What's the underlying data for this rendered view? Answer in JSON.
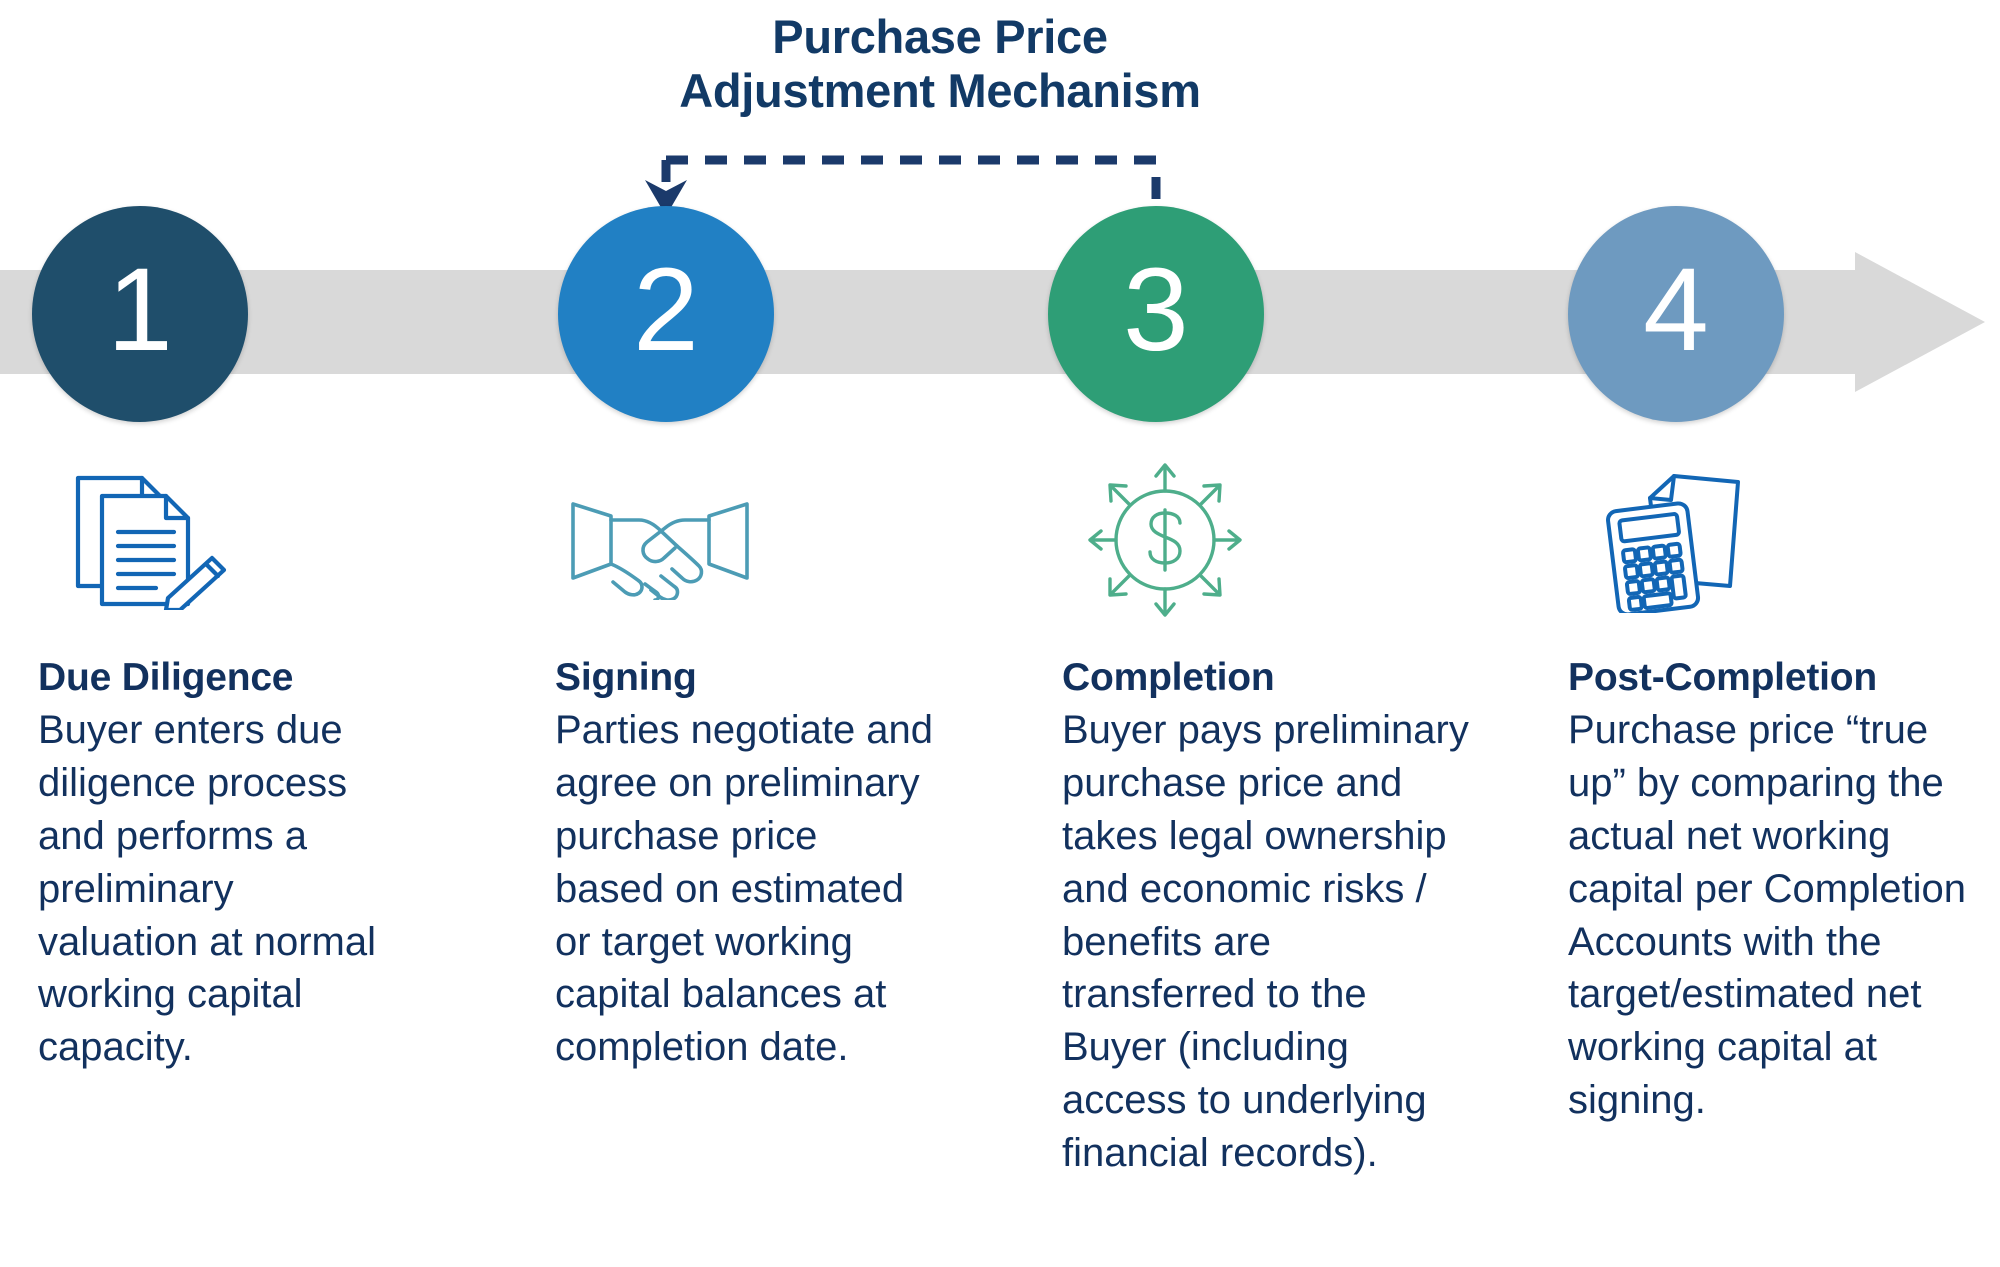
{
  "title": {
    "line1": "Purchase Price",
    "line2": "Adjustment Mechanism"
  },
  "colors": {
    "navy_text": "#12315E",
    "title_navy": "#123A66",
    "arrow_gray": "#D9D9D9",
    "step1": "#1F4E6B",
    "step2": "#2180C4",
    "step3": "#2E9E76",
    "step4": "#6E9AC0",
    "connector": "#1B3A6B",
    "icon_blue": "#1266B5",
    "icon_teal": "#4C9CB5",
    "icon_green": "#4EAE8B"
  },
  "connector": {
    "label": "Purchase Price Adjustment Mechanism",
    "from_step": "3",
    "to_step": "2",
    "style": "dashed",
    "arrowhead": "down-into-step-2"
  },
  "timeline": {
    "direction": "left-to-right",
    "shape": "block-arrow"
  },
  "steps": [
    {
      "number": "1",
      "heading": "Due Diligence",
      "body": "Buyer enters due diligence process and performs a preliminary valuation at normal working capital capacity.",
      "icon": "documents-pen-icon",
      "color": "#1F4E6B"
    },
    {
      "number": "2",
      "heading": "Signing",
      "body": "Parties negotiate and agree on preliminary purchase price based on estimated or target working capital balances at completion date.",
      "icon": "handshake-icon",
      "color": "#2180C4"
    },
    {
      "number": "3",
      "heading": "Completion",
      "body": "Buyer pays preliminary purchase price and takes legal ownership and economic risks / benefits are transferred to the Buyer (including access to underlying financial records).",
      "icon": "dollar-circle-arrows-icon",
      "color": "#2E9E76"
    },
    {
      "number": "4",
      "heading": "Post-Completion",
      "body": "Purchase price “true up” by comparing the actual net working capital per Completion Accounts with the target/estimated net working capital at signing.",
      "icon": "calculator-document-icon",
      "color": "#6E9AC0"
    }
  ]
}
